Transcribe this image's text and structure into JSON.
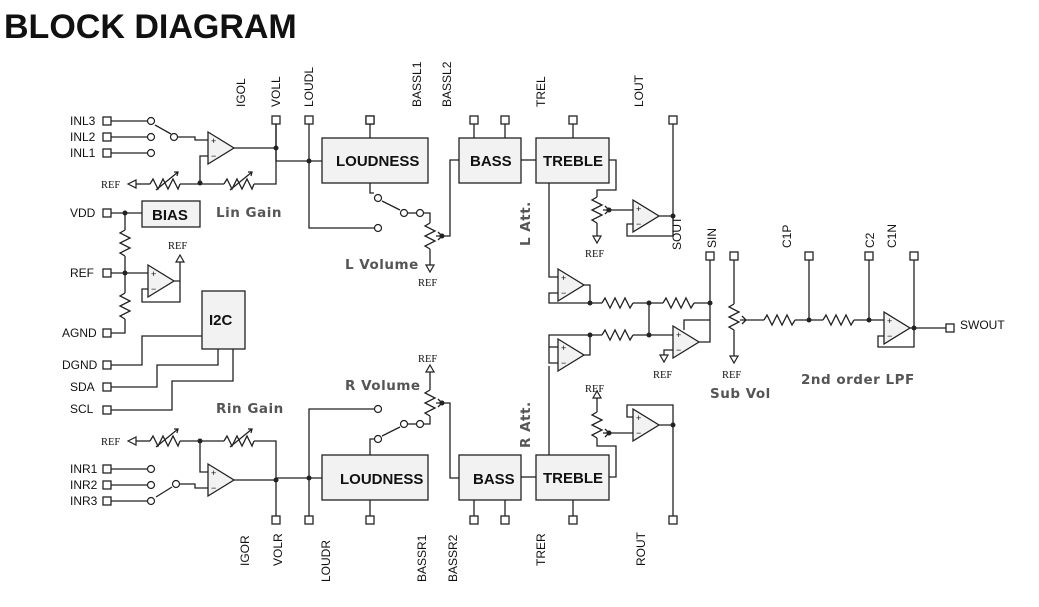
{
  "title": "BLOCK DIAGRAM",
  "blocks": {
    "loudness_l": "LOUDNESS",
    "loudness_r": "LOUDNESS",
    "bass_l": "BASS",
    "bass_r": "BASS",
    "treble_l": "TREBLE",
    "treble_r": "TREBLE",
    "bias": "BIAS",
    "i2c": "I2C"
  },
  "labels": {
    "lin_gain": "Lin Gain",
    "rin_gain": "Rin Gain",
    "l_volume": "L Volume",
    "r_volume": "R Volume",
    "l_att": "L Att.",
    "r_att": "R Att.",
    "sub_vol": "Sub Vol",
    "lpf": "2nd order LPF",
    "ref": "REF"
  },
  "pins": {
    "inl3": "INL3",
    "inl2": "INL2",
    "inl1": "INL1",
    "vdd": "VDD",
    "ref": "REF",
    "agnd": "AGND",
    "dgnd": "DGND",
    "sda": "SDA",
    "scl": "SCL",
    "inr1": "INR1",
    "inr2": "INR2",
    "inr3": "INR3",
    "igol": "IGOL",
    "voll": "VOLL",
    "loudl": "LOUDL",
    "bassl1": "BASSL1",
    "bassl2": "BASSL2",
    "trel": "TREL",
    "lout": "LOUT",
    "igor": "IGOR",
    "volr": "VOLR",
    "loudr": "LOUDR",
    "bassr1": "BASSR1",
    "bassr2": "BASSR2",
    "trer": "TRER",
    "rout": "ROUT",
    "sout": "SOUT",
    "sin": "SIN",
    "c1p": "C1P",
    "c2": "C2",
    "c1n": "C1N",
    "swout": "SWOUT"
  }
}
